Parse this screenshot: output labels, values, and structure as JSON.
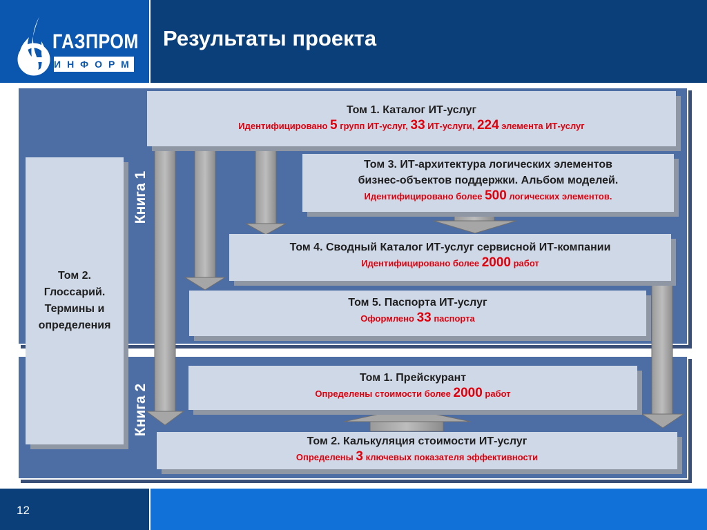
{
  "header": {
    "title": "Результаты проекта",
    "logo_word": "ГАЗПРОМ",
    "logo_sub": "ИНФОРМ",
    "logo_icon": "gazprom-flame-icon"
  },
  "labels": {
    "book1": "Книга 1",
    "book2": "Книга 2"
  },
  "book1": {
    "tom1": {
      "title": "Том 1. Каталог ИТ-услуг",
      "detail": {
        "pre": "Идентифицировано ",
        "n1": "5",
        "mid1": " групп ИТ-услуг, ",
        "n2": "33",
        "mid2": " ИТ-услуги, ",
        "n3": "224",
        "post": " элемента ИТ-услуг"
      }
    },
    "tom2": {
      "title": "Том 2.\nГлоссарий.\nТермины и\nопределения"
    },
    "tom3": {
      "line1": "Том 3. ИТ-архитектура логических элементов",
      "line2": "бизнес-объектов поддержки. Альбом моделей.",
      "detail": {
        "pre": "Идентифицировано более ",
        "n1": "500",
        "post": " логических элементов."
      }
    },
    "tom4": {
      "title": "Том 4. Сводный Каталог ИТ-услуг сервисной ИТ-компании",
      "detail": {
        "pre": "Идентифицировано более ",
        "n1": "2000",
        "post": " работ"
      }
    },
    "tom5": {
      "title": "Том 5. Паспорта ИТ-услуг",
      "detail": {
        "pre": "Оформлено ",
        "n1": "33",
        "post": " паспорта"
      }
    }
  },
  "book2": {
    "tom1": {
      "title": "Том 1. Прейскурант",
      "detail": {
        "pre": "Определены стоимости более ",
        "n1": "2000",
        "post": " работ"
      }
    },
    "tom2": {
      "title": "Том 2. Калькуляция стоимости ИТ-услуг",
      "detail": {
        "pre": "Определены ",
        "n1": "3",
        "post": " ключевых показателя эффективности"
      }
    }
  },
  "footer": {
    "page_number": "12"
  },
  "colors": {
    "header_blue": "#0b3f7a",
    "logo_blue": "#0b57b0",
    "panel_blue": "#4d6ea4",
    "box_fill": "#cfd8e7",
    "highlight_red": "#e0000c"
  }
}
